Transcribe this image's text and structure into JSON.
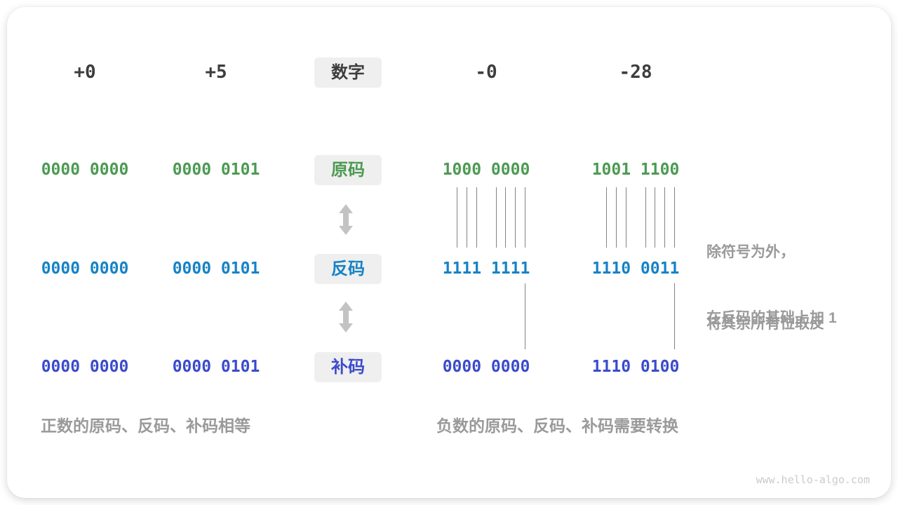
{
  "colors": {
    "green": "#4C9A52",
    "blue": "#1682C5",
    "indigo": "#3B4BCC",
    "dark_text": "#3D3D3D",
    "gray_text": "#9A9A9A",
    "box_bg": "#EFEFEF",
    "arrow": "#C3C3C3",
    "line": "#828282",
    "watermark": "#CBCBCB"
  },
  "header": {
    "label": "数字",
    "values": [
      "+0",
      "+5",
      "-0",
      "-28"
    ]
  },
  "rows": [
    {
      "name": "sign-magnitude",
      "label": "原码",
      "values": [
        "0000 0000",
        "0000 0101",
        "1000 0000",
        "1001 1100"
      ]
    },
    {
      "name": "ones-complement",
      "label": "反码",
      "values": [
        "0000 0000",
        "0000 0101",
        "1111 1111",
        "1110 0011"
      ]
    },
    {
      "name": "twos-complement",
      "label": "补码",
      "values": [
        "0000 0000",
        "0000 0101",
        "0000 0000",
        "1110 0100"
      ]
    }
  ],
  "annotations": {
    "flip_line1": "除符号为外，",
    "flip_line2": "将其余所有位取反",
    "add_one": "在反码的基础上加 1"
  },
  "captions": {
    "positive": "正数的原码、反码、补码相等",
    "negative": "负数的原码、反码、补码需要转换"
  },
  "watermark": "www.hello-algo.com"
}
